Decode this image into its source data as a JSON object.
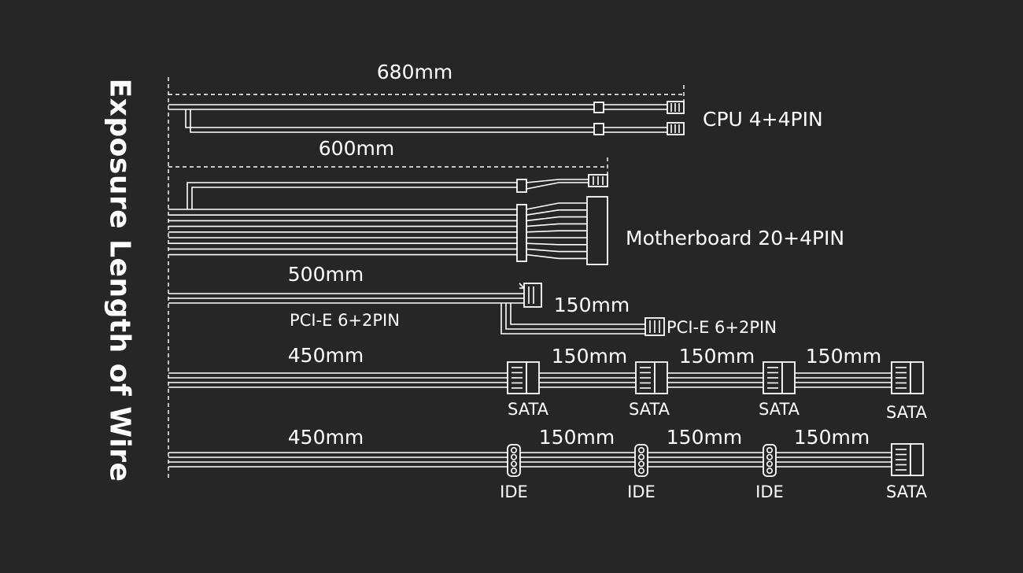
{
  "title": "Exposure Length of Wire",
  "cables": {
    "cpu": {
      "length": "680mm",
      "label": "CPU 4+4PIN"
    },
    "motherboard": {
      "length": "600mm",
      "label": "Motherboard 20+4PIN"
    },
    "pcie": {
      "length": "500mm",
      "label": "PCI-E 6+2PIN",
      "extension": "150mm",
      "extension_label": "PCI-E 6+2PIN"
    },
    "sata_chain": {
      "length": "450mm",
      "segments": [
        "150mm",
        "150mm",
        "150mm"
      ],
      "connectors": [
        "SATA",
        "SATA",
        "SATA",
        "SATA"
      ]
    },
    "ide_chain": {
      "length": "450mm",
      "segments": [
        "150mm",
        "150mm",
        "150mm"
      ],
      "connectors": [
        "IDE",
        "IDE",
        "IDE",
        "SATA"
      ]
    }
  },
  "colors": {
    "background": "#262627",
    "line": "#ffffff"
  }
}
